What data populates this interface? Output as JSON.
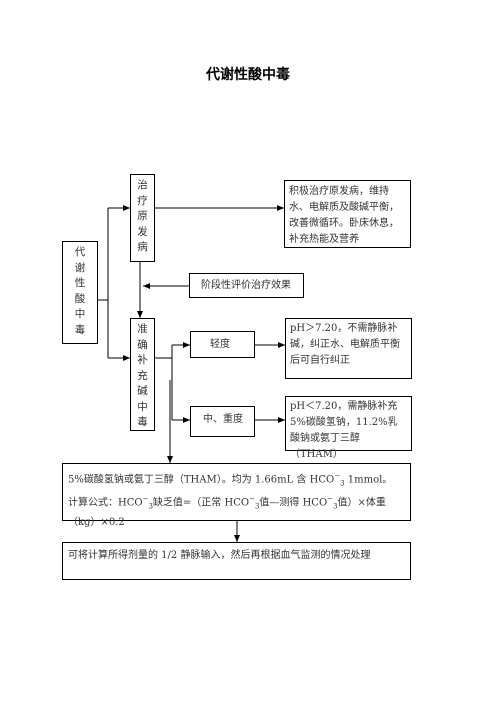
{
  "title": "代谢性酸中毒",
  "nodes": {
    "root": "代谢性酸中毒",
    "treat": "治疗原发病",
    "treat_detail": "积极治疗原发病，维持水、电解质及酸碱平衡，改善微循环。卧床休息，补充热能及营养",
    "evaluate": "阶段性评价治疗效果",
    "alkali": "准确补充碱中毒",
    "mild": "轻度",
    "mild_detail": "pH＞7.20，不需静脉补碱，纠正水、电解质平衡后可自行纠正",
    "severe": "中、重度",
    "severe_detail": "pH＜7.20，需静脉补充5%碳酸氢钠，11.2%乳酸钠或氨丁三醇（THAM）",
    "formula_line1_a": "5%碳酸氢钠或氨丁三醇（THAM）。均为 1.66mL 含 HCO",
    "formula_line1_b": "1mmol。",
    "formula_line2_a": "计算公式：HCO",
    "formula_line2_b": "缺乏值=（正常 HCO",
    "formula_line2_c": "值—测得 HCO",
    "formula_line2_d": "值）×体重（kg）×0.2",
    "hco_sup": "−",
    "hco_sub": "3",
    "final": "可将计算所得剂量的 1/2 静脉输入，然后再根据血气监测的情况处理"
  }
}
